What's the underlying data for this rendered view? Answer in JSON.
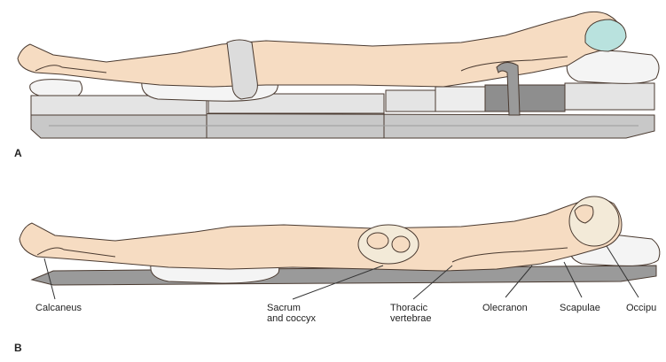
{
  "panel_a": {
    "letter": "A"
  },
  "panel_b": {
    "letter": "B",
    "labels": {
      "calcaneus": "Calcaneus",
      "sacrum_line1": "Sacrum",
      "sacrum_line2": "and coccyx",
      "thoracic_line1": "Thoracic",
      "thoracic_line2": "vertebrae",
      "olecranon": "Olecranon",
      "scapulae": "Scapulae",
      "occiput": "Occipu"
    }
  },
  "colors": {
    "skin": "#f6dcc2",
    "outline": "#4a3a30",
    "table_light": "#e4e4e4",
    "table_mid": "#c8c8c8",
    "table_dark": "#8e8e8e",
    "pillow": "#f4f4f4",
    "cap": "#b9e2de",
    "bone": "#f3ead8"
  }
}
